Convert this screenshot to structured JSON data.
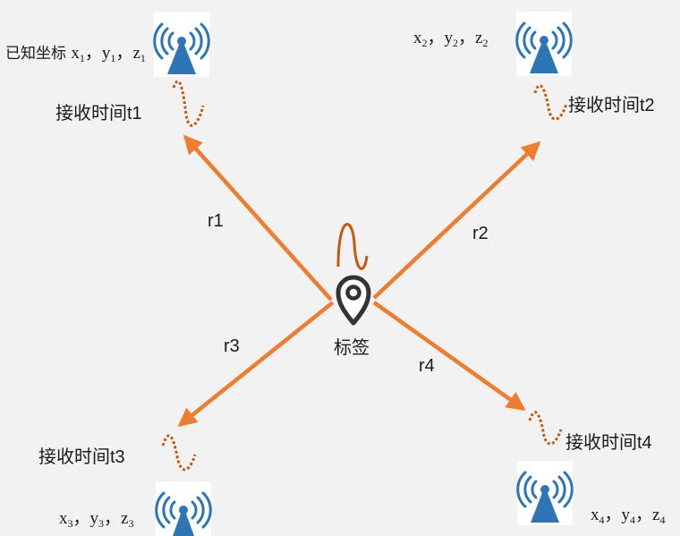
{
  "colors": {
    "arrow": "#ED7D31",
    "wave": "#C55A11",
    "antenna": "#2E75B6",
    "antenna_bg": "#FFFFFF",
    "tag_pin": "#333333",
    "background": "#F2F2F2"
  },
  "icons": {
    "anchor": "wifi-tower-icon",
    "tag": "location-pin-icon"
  },
  "anchors": [
    {
      "id": "a1",
      "coord_prefix": "已知坐标 ",
      "x": "x",
      "x_sub": "1",
      "y": "y",
      "y_sub": "1",
      "z": "z",
      "z_sub": "1",
      "sep": "，",
      "time_label": "接收时间t1",
      "range_label": "r1"
    },
    {
      "id": "a2",
      "coord_prefix": "",
      "x": "x",
      "x_sub": "2",
      "y": "y",
      "y_sub": "2",
      "z": "z",
      "z_sub": "2",
      "sep": "，",
      "time_label": "接收时间t2",
      "range_label": "r2"
    },
    {
      "id": "a3",
      "coord_prefix": "",
      "x": "x",
      "x_sub": "3",
      "y": "y",
      "y_sub": "3",
      "z": "z",
      "z_sub": "3",
      "sep": "，",
      "time_label": "接收时间t3",
      "range_label": "r3"
    },
    {
      "id": "a4",
      "coord_prefix": "",
      "x": "x",
      "x_sub": "4",
      "y": "y",
      "y_sub": "4",
      "z": "z",
      "z_sub": "4",
      "sep": "，",
      "time_label": "接收时间t4",
      "range_label": "r4"
    }
  ],
  "tag": {
    "label": "标签"
  }
}
